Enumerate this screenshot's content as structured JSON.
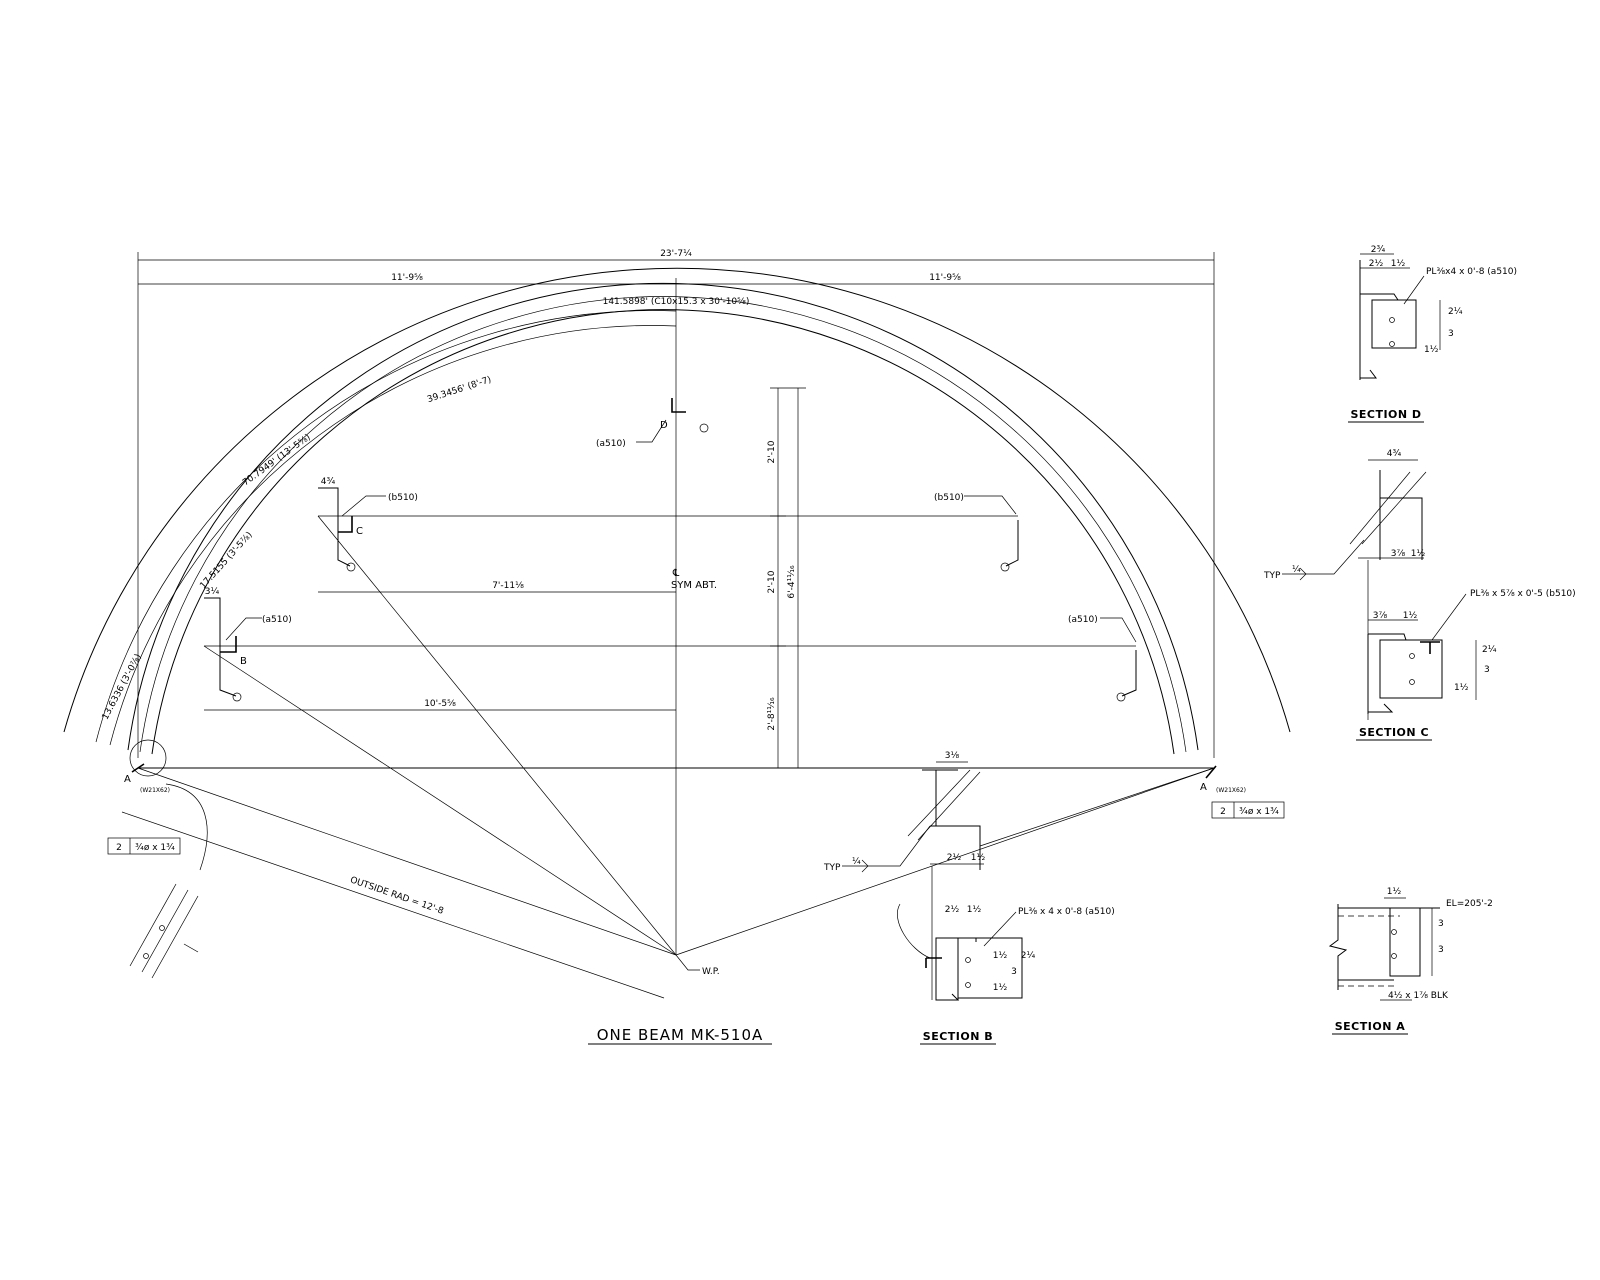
{
  "main_view": {
    "title": "ONE BEAM MK-510A",
    "dims": {
      "overall": "23'-7¼",
      "half_left": "11'-9⅝",
      "half_right": "11'-9⅝",
      "arc_total": "141.5898' (C10x15.3 x 30'-10⅝)",
      "arc_1": "39.3456' (8'-7)",
      "arc_2": "70.7949' (13'-5⅝)",
      "arc_3": "17.5155 (3'-5⅞)",
      "arc_4": "13.6336 (3'-0⅞)",
      "clip_c_width": "7'-11⅛",
      "clip_b_width": "10'-5⅝",
      "rise_1": "2'-10",
      "rise_2": "2'-10",
      "rise_total": "6'-4¹¹⁄₁₆",
      "rise_3": "2'-8¹¹⁄₁₆",
      "small_1": "4¾",
      "small_2": "3¼",
      "outside_rad": "OUTSIDE RAD = 12'-8"
    },
    "labels": {
      "centerline": "℄",
      "sym": "SYM ABT.",
      "wp": "W.P.",
      "mark_a": "A",
      "mark_b": "B",
      "mark_c": "C",
      "mark_d": "D",
      "ref_a510": "(a510)",
      "ref_b510": "(b510)",
      "support_left": "(W21X62)",
      "support_right": "(W21X62)"
    },
    "bolt_left": {
      "qty": "2",
      "desc": "¾ø x 1¾"
    },
    "bolt_right": {
      "qty": "2",
      "desc": "¾ø x 1¾"
    }
  },
  "section_b": {
    "title": "SECTION B",
    "typ": "TYP",
    "weld": "¼",
    "plate": "PL⅜ x 4 x 0'-8 (a510)",
    "dims": [
      "3⅛",
      "2½",
      "1½",
      "2½",
      "1½",
      "1½",
      "3",
      "2¼",
      "1½"
    ]
  },
  "section_c": {
    "title": "SECTION C",
    "typ": "TYP",
    "weld": "¼",
    "plate": "PL⅜ x 5⅞ x 0'-5 (b510)",
    "dims": [
      "4¾",
      "3⅞",
      "3⅞",
      "1½",
      "1½",
      "3",
      "2¼",
      "1½"
    ]
  },
  "section_d": {
    "title": "SECTION D",
    "plate": "PL⅜x4 x 0'-8 (a510)",
    "dims": [
      "2¾",
      "2½",
      "1½",
      "2¼",
      "3",
      "1½"
    ]
  },
  "section_a": {
    "title": "SECTION A",
    "elev": "EL=205'-2",
    "blk": "4½  x 1⅞ BLK",
    "dims": [
      "1½",
      "3",
      "3"
    ]
  }
}
